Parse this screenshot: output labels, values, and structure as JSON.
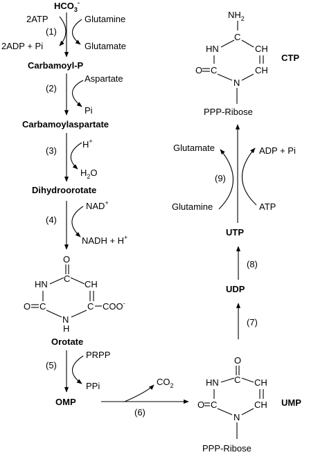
{
  "compounds": {
    "hco3": "HCO",
    "hco3_sub": "3",
    "hco3_sup": "-",
    "carbamoyl_p": "Carbamoyl-P",
    "carbamoylaspartate": "Carbamoylaspartate",
    "dihydroorotate": "Dihydroorotate",
    "orotate": "Orotate",
    "omp": "OMP",
    "ump": "UMP",
    "udp": "UDP",
    "utp": "UTP",
    "ctp": "CTP"
  },
  "steps": {
    "s1": "(1)",
    "s2": "(2)",
    "s3": "(3)",
    "s4": "(4)",
    "s5": "(5)",
    "s6": "(6)",
    "s7": "(7)",
    "s8": "(8)",
    "s9": "(9)"
  },
  "cofactors": {
    "atp2": "2ATP",
    "adp2_pi": "2ADP + Pi",
    "glutamine_1": "Glutamine",
    "glutamate_1": "Glutamate",
    "aspartate": "Aspartate",
    "pi_2": "Pi",
    "h_plus": "H",
    "h_sup": "+",
    "h2o_h": "H",
    "h2o_2": "2",
    "h2o_o": "O",
    "nad": "NAD",
    "nad_sup": "+",
    "nadh": "NADH + H",
    "nadh_sup": "+",
    "prpp": "PRPP",
    "ppi": "PPi",
    "co2": "CO",
    "co2_sub": "2",
    "glutamate_9": "Glutamate",
    "glutamine_9": "Glutamine",
    "adp_pi": "ADP + Pi",
    "atp": "ATP"
  },
  "atoms": {
    "O": "O",
    "HN": "HN",
    "N": "N",
    "H": "H",
    "CH": "CH",
    "C": "C",
    "NH": "NH",
    "NH2": "NH",
    "NH2_sub": "2",
    "COO": "COO",
    "COO_sup": "-",
    "ribose": "PPP-Ribose"
  }
}
